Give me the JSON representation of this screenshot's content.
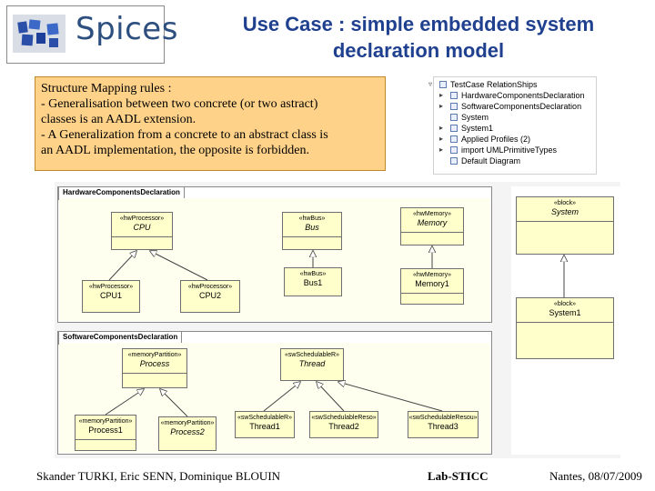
{
  "header": {
    "logo_text": "Spices",
    "title_line1": "Use Case : simple embedded system",
    "title_line2": "declaration model"
  },
  "rules": {
    "lines": [
      "Structure Mapping rules :",
      "- Generalisation between two concrete (or two astract)",
      "classes is an AADL extension.",
      "- A Generalization from a concrete to an abstract class is",
      "an AADL implementation, the opposite is forbidden."
    ]
  },
  "tree": {
    "items": [
      "TestCase RelationShips",
      "HardwareComponentsDeclaration",
      "SoftwareComponentsDeclaration",
      "System",
      "System1",
      "Applied Profiles (2)",
      "import UMLPrimitiveTypes",
      "Default Diagram"
    ]
  },
  "hardware": {
    "package_name": "HardwareComponentsDeclaration",
    "classes": [
      {
        "stereo": "«hwProcessor»",
        "name": "CPU",
        "abstract": true
      },
      {
        "stereo": "«hwBus»",
        "name": "Bus",
        "abstract": true
      },
      {
        "stereo": "«hwMemory»",
        "name": "Memory",
        "abstract": true
      },
      {
        "stereo": "«hwProcessor»",
        "name": "CPU1",
        "abstract": false
      },
      {
        "stereo": "«hwProcessor»",
        "name": "CPU2",
        "abstract": false
      },
      {
        "stereo": "«hwBus»",
        "name": "Bus1",
        "abstract": false
      },
      {
        "stereo": "«hwMemory»",
        "name": "Memory1",
        "abstract": false
      }
    ]
  },
  "software": {
    "package_name": "SoftwareComponentsDeclaration",
    "classes": [
      {
        "stereo": "«memoryPartition»",
        "name": "Process",
        "abstract": true
      },
      {
        "stereo": "«swSchedulableR»",
        "name": "Thread",
        "abstract": true
      },
      {
        "stereo": "«memoryPartition»",
        "name": "Process1",
        "abstract": false
      },
      {
        "stereo": "«memoryPartition»",
        "name": "Process2",
        "abstract": false
      },
      {
        "stereo": "«swSchedulableR»",
        "name": "Thread1",
        "abstract": false
      },
      {
        "stereo": "«swSchedulableReso»",
        "name": "Thread2",
        "abstract": false
      },
      {
        "stereo": "«swSchedulableResou»",
        "name": "Thread3",
        "abstract": false
      }
    ]
  },
  "system": {
    "classes": [
      {
        "stereo": "«block»",
        "name": "System",
        "abstract": true
      },
      {
        "stereo": "«block»",
        "name": "System1",
        "abstract": false
      }
    ]
  },
  "footer": {
    "authors": "Skander TURKI, Eric SENN, Dominique BLOUIN",
    "lab": "Lab-STICC",
    "place_date": "Nantes, 08/07/2009"
  },
  "colors": {
    "title": "#1f3f8f",
    "rules_bg": "#ffd28a",
    "class_fill": "#ffffcc",
    "logo_blue": "#2d4f7f"
  }
}
